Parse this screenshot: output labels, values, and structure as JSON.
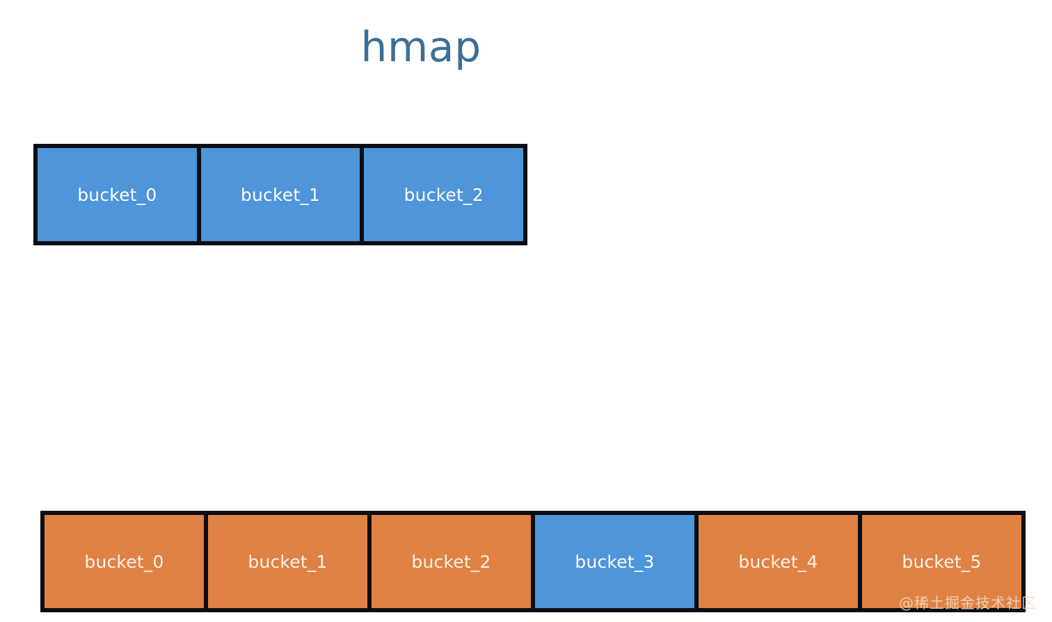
{
  "title": "hmap",
  "colors": {
    "title": "#3D6E96",
    "blue_fill": "#4E95D9",
    "orange_fill": "#DF8244",
    "border": "#0D0D14",
    "blue_label": "#FFFFFF",
    "orange_label": "#FDF3E7",
    "background": "#FFFFFF",
    "watermark": "#F3DCC6"
  },
  "rows": [
    {
      "name": "old-buckets-row",
      "bucket_count": 3,
      "buckets": [
        {
          "label": "bucket_0",
          "fill": "blue"
        },
        {
          "label": "bucket_1",
          "fill": "blue"
        },
        {
          "label": "bucket_2",
          "fill": "blue"
        }
      ]
    },
    {
      "name": "new-buckets-row",
      "bucket_count": 6,
      "buckets": [
        {
          "label": "bucket_0",
          "fill": "orange"
        },
        {
          "label": "bucket_1",
          "fill": "orange"
        },
        {
          "label": "bucket_2",
          "fill": "orange"
        },
        {
          "label": "bucket_3",
          "fill": "blue"
        },
        {
          "label": "bucket_4",
          "fill": "orange"
        },
        {
          "label": "bucket_5",
          "fill": "orange"
        }
      ]
    }
  ],
  "watermark": "@稀土掘金技术社区"
}
